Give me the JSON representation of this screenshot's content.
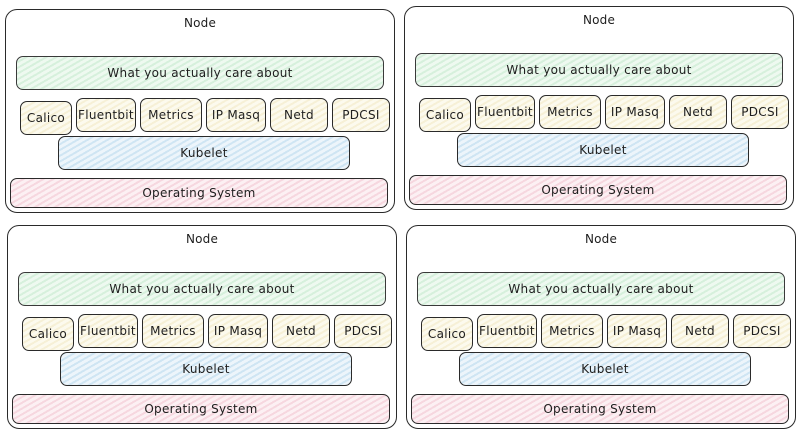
{
  "nodes": [
    {
      "title": "Node",
      "care_label": "What you actually care about",
      "addons": [
        "Calico",
        "Fluentbit",
        "Metrics",
        "IP Masq",
        "Netd",
        "PDCSI"
      ],
      "kubelet_label": "Kubelet",
      "os_label": "Operating System"
    },
    {
      "title": "Node",
      "care_label": "What you actually care about",
      "addons": [
        "Calico",
        "Fluentbit",
        "Metrics",
        "IP Masq",
        "Netd",
        "PDCSI"
      ],
      "kubelet_label": "Kubelet",
      "os_label": "Operating System"
    },
    {
      "title": "Node",
      "care_label": "What you actually care about",
      "addons": [
        "Calico",
        "Fluentbit",
        "Metrics",
        "IP Masq",
        "Netd",
        "PDCSI"
      ],
      "kubelet_label": "Kubelet",
      "os_label": "Operating System"
    },
    {
      "title": "Node",
      "care_label": "What you actually care about",
      "addons": [
        "Calico",
        "Fluentbit",
        "Metrics",
        "IP Masq",
        "Netd",
        "PDCSI"
      ],
      "kubelet_label": "Kubelet",
      "os_label": "Operating System"
    }
  ],
  "colors": {
    "care": "#d6f0dc",
    "addon": "#f6f0d6",
    "kubelet": "#cfe5f3",
    "os": "#f6d7df",
    "stroke": "#2a2a2a"
  }
}
